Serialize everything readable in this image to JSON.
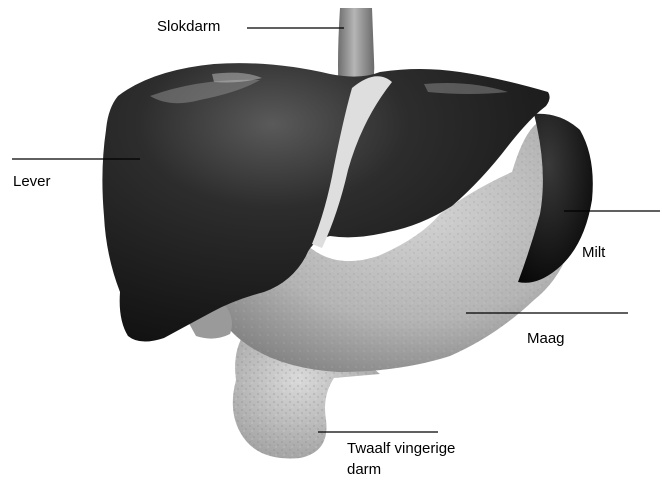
{
  "diagram": {
    "labels": {
      "slokdarm": "Slokdarm",
      "lever": "Lever",
      "milt": "Milt",
      "maag": "Maag",
      "twaalfvingerige_darm_line1": "Twaalf vingerige",
      "twaalfvingerige_darm_line2": "darm"
    }
  },
  "colors": {
    "background": "#ffffff",
    "leader_line": "#000000",
    "liver": "#2a2a2a",
    "spleen": "#111111",
    "stomach": "#b9b9b9",
    "duodenum": "#c8c8c8",
    "esophagus": "#8f8f8f",
    "ligament": "#e2e2e2"
  }
}
